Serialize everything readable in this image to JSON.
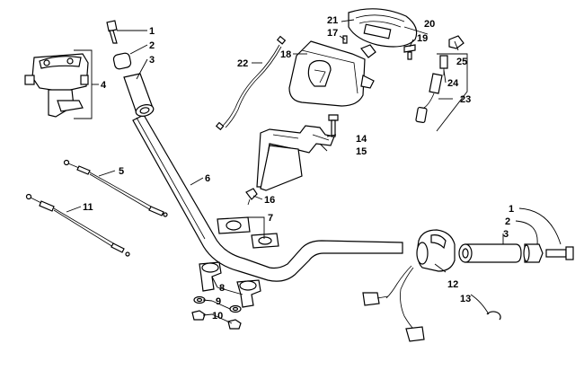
{
  "callouts": {
    "c1a": "1",
    "c2a": "2",
    "c3a": "3",
    "c4": "4",
    "c5": "5",
    "c6": "6",
    "c7": "7",
    "c8": "8",
    "c9": "9",
    "c10": "10",
    "c11": "11",
    "c12": "12",
    "c13": "13",
    "c14": "14",
    "c15": "15",
    "c16": "16",
    "c17": "17",
    "c18": "18",
    "c19": "19",
    "c20": "20",
    "c21": "21",
    "c22": "22",
    "c23": "23",
    "c24": "24",
    "c25": "25",
    "c1b": "1",
    "c2b": "2",
    "c3b": "3"
  }
}
